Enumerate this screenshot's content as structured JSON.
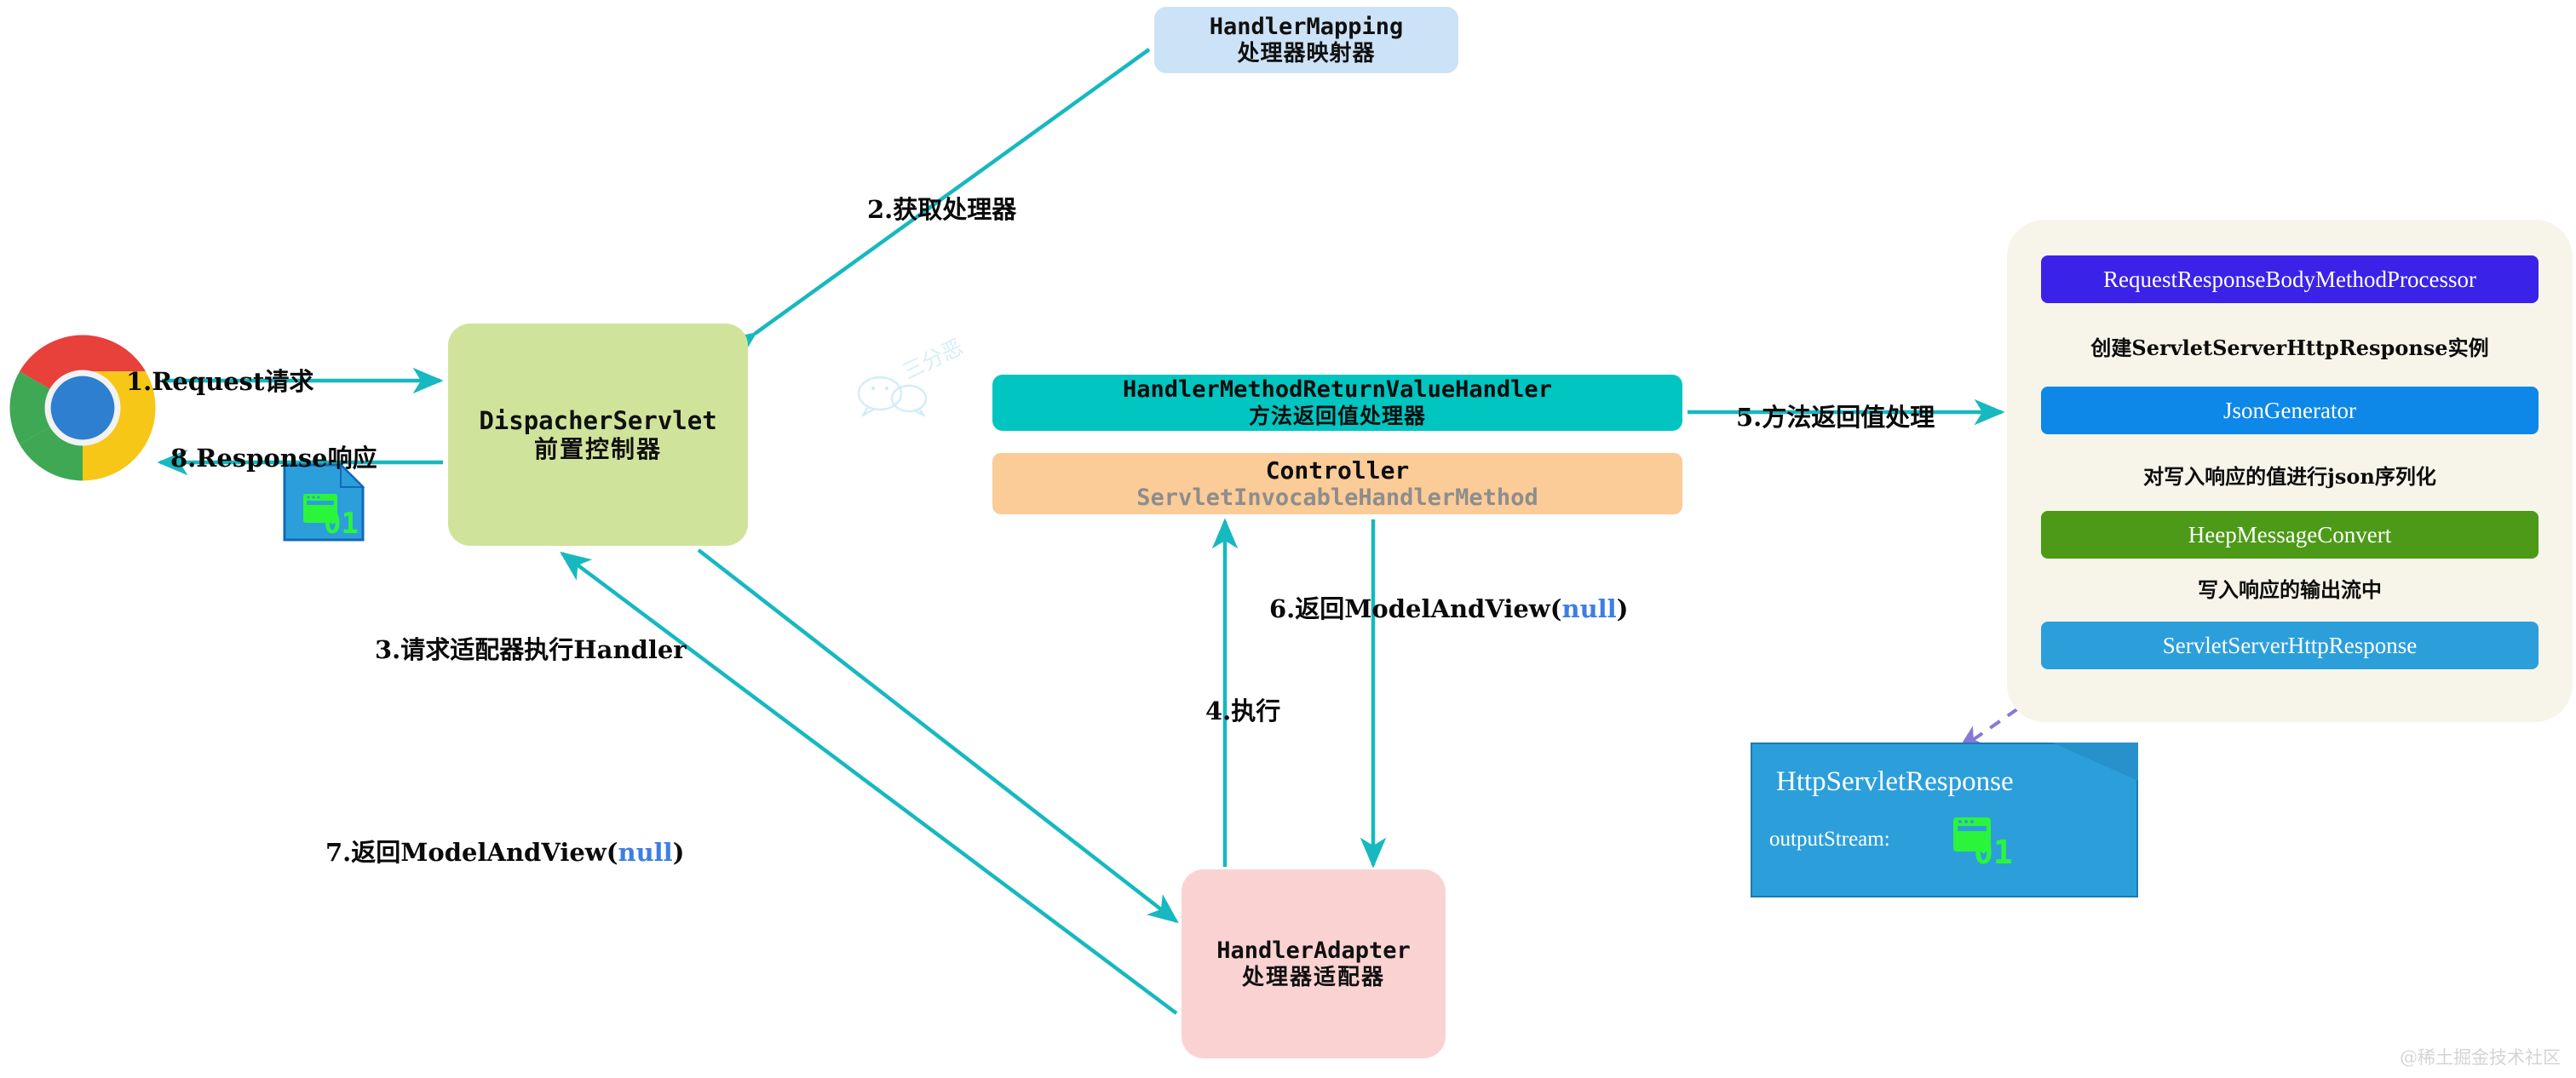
{
  "diagram": {
    "title": "Spring MVC request processing flow",
    "colors": {
      "arrow_teal": "#17b8c0",
      "arrow_dashed_purple": "#8878d8",
      "handler_mapping_fill": "#cce2f7",
      "dispatcher_fill": "#cfe49a",
      "return_value_handler_fill": "#00c5c0",
      "controller_fill": "#fbcb98",
      "handler_adapter_fill": "#fbd2d2",
      "panel_fill": "#f7f5ea",
      "request_response_processor_fill": "#3b22e8",
      "json_generator_fill": "#0d88e8",
      "heep_message_convert_fill": "#4c9a17",
      "servlet_server_http_response_fill": "#2c9fdb",
      "note_fill": "#2c9fdb",
      "null_keyword": "#3d7fe0"
    }
  },
  "nodes": {
    "handler_mapping": {
      "line1": "HandlerMapping",
      "line2": "处理器映射器"
    },
    "dispatcher_servlet": {
      "line1": "DispacherServlet",
      "line2": "前置控制器"
    },
    "return_value_handler": {
      "line1": "HandlerMethodReturnValueHandler",
      "line2": "方法返回值处理器"
    },
    "controller": {
      "line1": "Controller",
      "line2": "ServletInvocableHandlerMethod"
    },
    "handler_adapter": {
      "line1": "HandlerAdapter",
      "line2": "处理器适配器"
    },
    "browser": {
      "icon": "chrome-icon"
    }
  },
  "panel": {
    "steps": [
      {
        "label": "RequestResponseBodyMethodProcessor"
      },
      {
        "label": "JsonGenerator"
      },
      {
        "label": "HeepMessageConvert"
      },
      {
        "label": "ServletServerHttpResponse"
      }
    ],
    "edge_labels": [
      "创建ServletServerHttpResponse实例",
      "对写入响应的值进行json序列化",
      "写入响应的输出流中"
    ]
  },
  "note": {
    "title": "HttpServletResponse",
    "field": "outputStream:",
    "icon": "binary-file-icon"
  },
  "edges": {
    "e1": {
      "prefix": "1.Request请求"
    },
    "e2": {
      "prefix": "2.获取处理器"
    },
    "e3": {
      "prefix": "3.请求适配器执行Handler"
    },
    "e4": {
      "prefix": "4.执行"
    },
    "e5": {
      "prefix": "5.方法返回值处理"
    },
    "e6": {
      "prefix": "6.返回ModelAndView(",
      "keyword": "null",
      "suffix": ")"
    },
    "e7": {
      "prefix": "7.返回ModelAndView(",
      "keyword": "null",
      "suffix": ")"
    },
    "e8": {
      "prefix": "8.Response响应"
    }
  },
  "watermarks": {
    "center": "三分恶",
    "credit": "@稀土掘金技术社区"
  }
}
